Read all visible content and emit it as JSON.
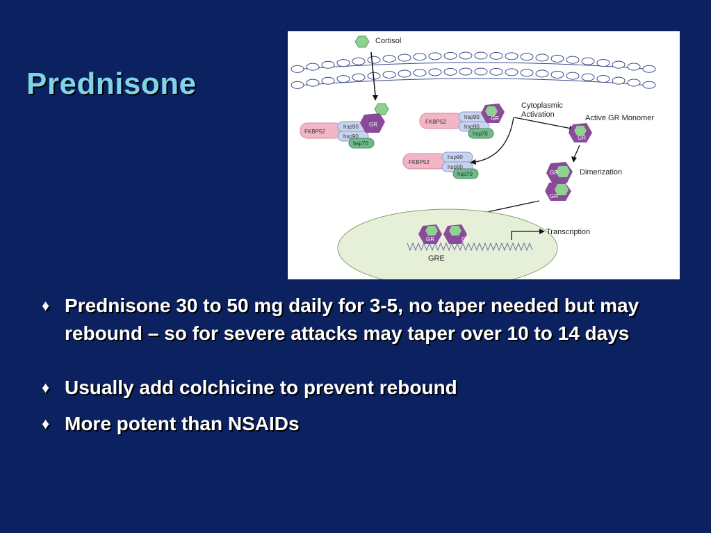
{
  "slide": {
    "title": "Prednisone",
    "bullet_marker": "♦",
    "bullets": [
      "Prednisone 30 to 50 mg daily for 3-5, no taper needed but may rebound – so for severe attacks may taper over 10 to 14 days",
      "Usually add colchicine to prevent rebound",
      "More potent than NSAIDs"
    ]
  },
  "figure": {
    "cortisol": "Cortisol",
    "cytoplasmic_line1": "Cytoplasmic",
    "cytoplasmic_line2": "Activation",
    "active_gr": "Active GR Monomer",
    "dimerization": "Dimerization",
    "transcription": "Transcription",
    "gre": "GRE",
    "fkbp52": "FKBP52",
    "hsp90": "hsp90",
    "hsp70": "hsp70",
    "gr": "GR",
    "colors": {
      "membrane": "#3a4a8a",
      "cortisol": "#8fd18f",
      "gr": "#8a4a9a",
      "fkbp": "#f2b6c6",
      "hsp90": "#c8d4ef",
      "hsp70": "#6fb98a",
      "nucleus": "#e6f0d8"
    }
  }
}
